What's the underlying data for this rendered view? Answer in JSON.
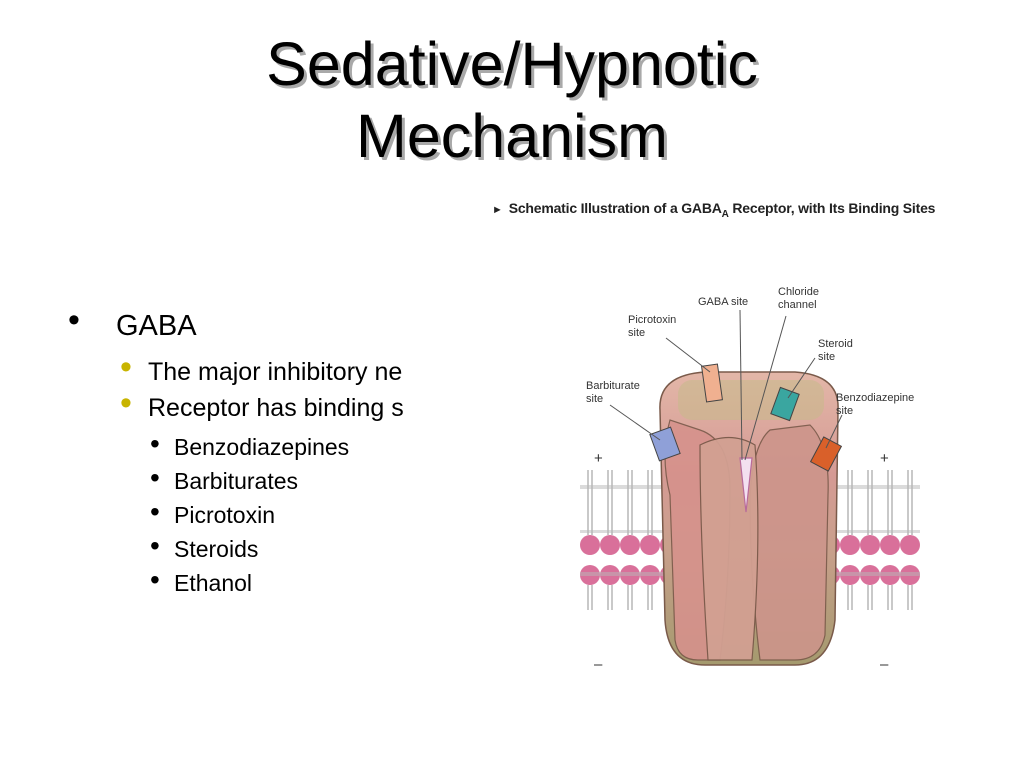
{
  "slide": {
    "title_line1": "Sedative/Hypnotic",
    "title_line2": "Mechanism",
    "bullets": {
      "main": "GABA",
      "sub": [
        "The major inhibitory ne",
        "Receptor has binding s"
      ],
      "subsub": [
        "Benzodiazepines",
        "Barbiturates",
        "Picrotoxin",
        "Steroids",
        "Ethanol"
      ]
    }
  },
  "figure": {
    "caption_pre": "Schematic Illustration of a GABA",
    "caption_sub": "A",
    "caption_post": " Receptor, with Its Binding Sites",
    "labels": {
      "gaba_site": "GABA site",
      "chloride_1": "Chloride",
      "chloride_2": "channel",
      "picrotoxin_1": "Picrotoxin",
      "picrotoxin_2": "site",
      "steroid_1": "Steroid",
      "steroid_2": "site",
      "barbiturate_1": "Barbiturate",
      "barbiturate_2": "site",
      "benzo_1": "Benzodiazepine",
      "benzo_2": "site"
    },
    "charges": {
      "plus": "+",
      "minus": "–"
    },
    "colors": {
      "membrane": "#d9709a",
      "receptor": "#d8a09a",
      "receptor_dark": "#a58872",
      "barbiturate_site": "#8fa0d8",
      "steroid_site": "#3aa6a0",
      "benzo_site": "#d9602a",
      "picrotoxin_site": "#f0b090"
    }
  }
}
